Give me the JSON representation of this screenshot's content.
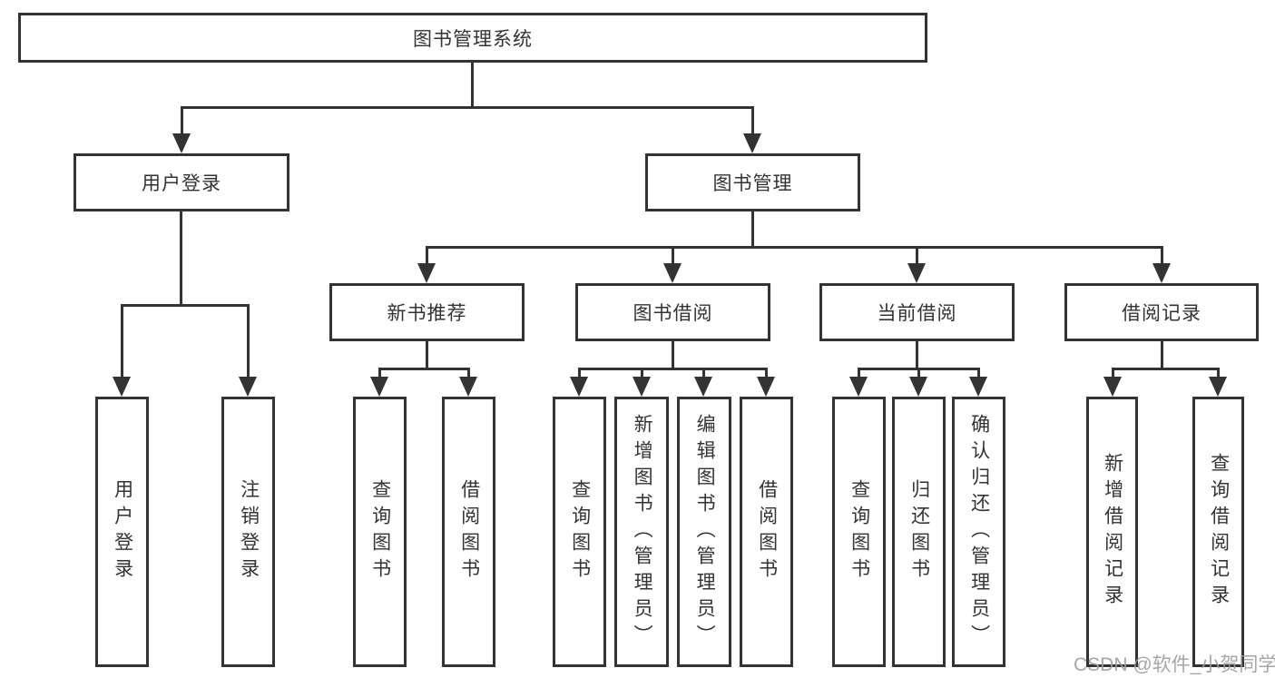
{
  "colors": {
    "line": "#333333",
    "text": "#333333",
    "box_background": "#ffffff",
    "page_background": "#ffffff",
    "watermark": "#9e9e9e"
  },
  "watermark": {
    "text": "CSDN @软件_小贺同学"
  },
  "tree": {
    "root": {
      "label": "图书管理系统"
    },
    "branches": [
      {
        "label": "用户登录",
        "children": [
          {
            "label": "用户登录"
          },
          {
            "label": "注销登录"
          }
        ]
      },
      {
        "label": "图书管理",
        "children": [
          {
            "label": "新书推荐",
            "children": [
              {
                "label": "查询图书"
              },
              {
                "label": "借阅图书"
              }
            ]
          },
          {
            "label": "图书借阅",
            "children": [
              {
                "label": "查询图书"
              },
              {
                "label": "新增图书（管理员）"
              },
              {
                "label": "编辑图书（管理员）"
              },
              {
                "label": "借阅图书"
              }
            ]
          },
          {
            "label": "当前借阅",
            "children": [
              {
                "label": "查询图书"
              },
              {
                "label": "归还图书"
              },
              {
                "label": "确认归还（管理员）"
              }
            ]
          },
          {
            "label": "借阅记录",
            "children": [
              {
                "label": "新增借阅记录"
              },
              {
                "label": "查询借阅记录"
              }
            ]
          }
        ]
      }
    ]
  }
}
